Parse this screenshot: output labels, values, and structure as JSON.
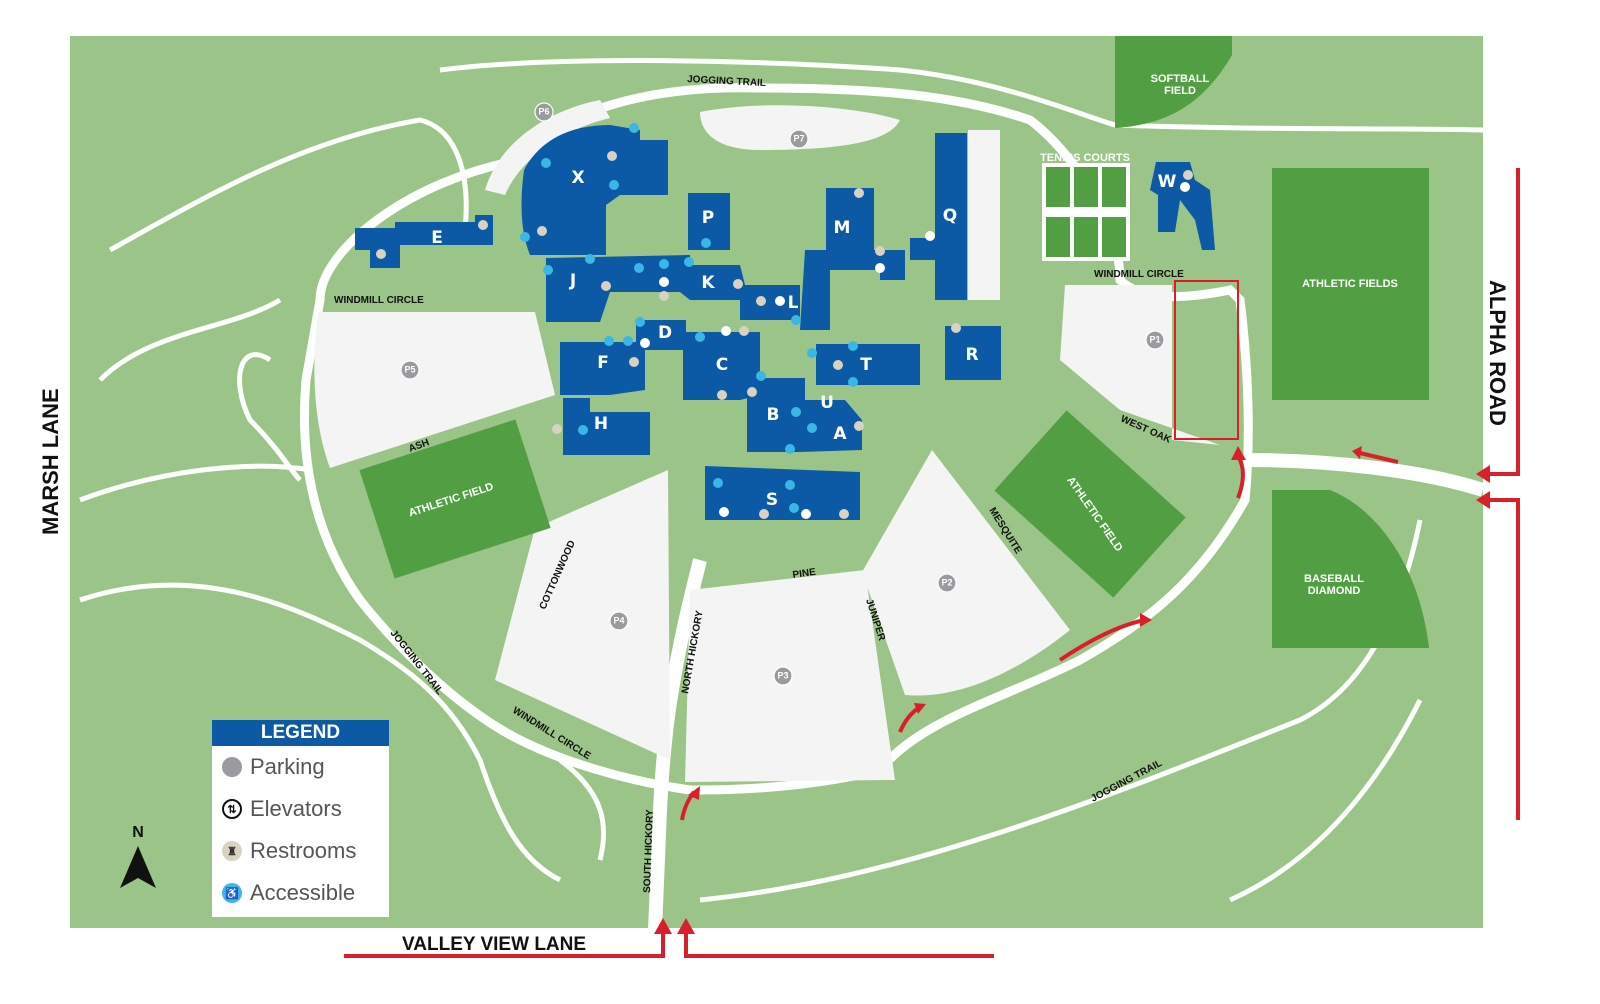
{
  "map": {
    "roads": {
      "marsh_lane": "MARSH LANE",
      "alpha_road": "ALPHA ROAD",
      "valley_view_lane": "VALLEY VIEW LANE",
      "windmill_circle_top": "WINDMILL CIRCLE",
      "windmill_circle_left": "WINDMILL CIRCLE",
      "windmill_circle_bottom": "WINDMILL CIRCLE",
      "jogging_trail_top": "JOGGING TRAIL",
      "jogging_trail_left": "JOGGING TRAIL",
      "jogging_trail_bottom": "JOGGING TRAIL",
      "ash": "ASH",
      "west_oak": "WEST OAK",
      "cottonwood": "COTTONWOOD",
      "north_hickory": "NORTH HICKORY",
      "south_hickory": "SOUTH HICKORY",
      "pine": "PINE",
      "juniper": "JUNIPER",
      "mesquite": "MESQUITE"
    },
    "fields": {
      "softball": "SOFTBALL FIELD",
      "softball_l1": "SOFTBALL",
      "softball_l2": "FIELD",
      "tennis": "TENNIS COURTS",
      "athletic_fields_right": "ATHLETIC FIELDS",
      "athletic_field_left": "ATHLETIC FIELD",
      "athletic_field_mid": "ATHLETIC FIELD",
      "baseball_l1": "BASEBALL",
      "baseball_l2": "DIAMOND"
    },
    "parking": [
      "P1",
      "P2",
      "P3",
      "P4",
      "P5",
      "P6",
      "P7"
    ],
    "buildings": [
      "A",
      "B",
      "C",
      "D",
      "E",
      "F",
      "H",
      "J",
      "K",
      "L",
      "M",
      "P",
      "Q",
      "R",
      "S",
      "T",
      "U",
      "W",
      "X"
    ]
  },
  "legend": {
    "title": "LEGEND",
    "items": [
      {
        "label": "Parking",
        "icon": "parking-icon"
      },
      {
        "label": "Elevators",
        "icon": "elevator-icon"
      },
      {
        "label": "Restrooms",
        "icon": "restroom-icon"
      },
      {
        "label": "Accessible",
        "icon": "accessible-icon"
      }
    ]
  },
  "compass": {
    "north": "N"
  },
  "colors": {
    "grass": "#9bc488",
    "field": "#519e43",
    "building": "#0c5aa6",
    "road": "#ffffff",
    "arrow": "#d9202a",
    "parking_marker": "#999b9e",
    "accessible": "#3bb7e6"
  }
}
